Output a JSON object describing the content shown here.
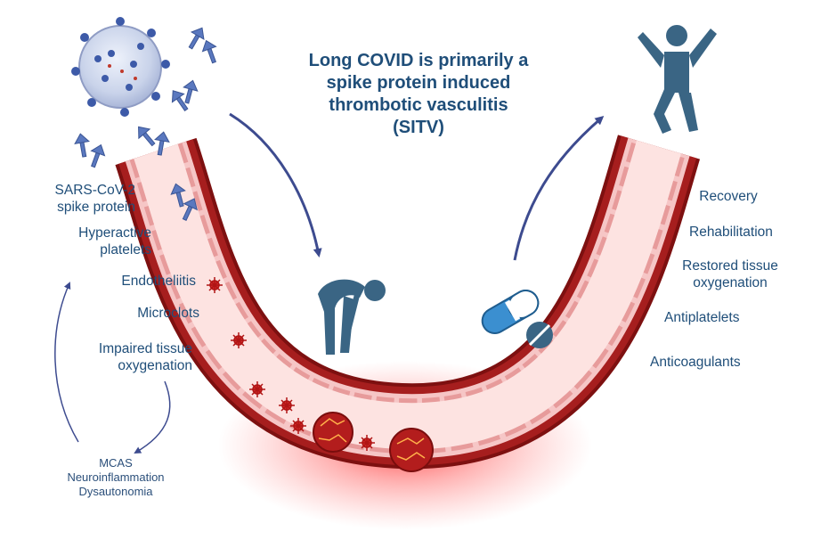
{
  "title": "Long COVID is primarily a\nspike protein induced\nthrombotic vasculitis\n(SITV)",
  "left_labels": [
    {
      "id": "spike",
      "text": "SARS-CoV-2\nspike protein"
    },
    {
      "id": "platelets",
      "text": "Hyperactive\nplatelets"
    },
    {
      "id": "endo",
      "text": "Endotheliitis"
    },
    {
      "id": "microclots",
      "text": "Microclots"
    },
    {
      "id": "oxygen",
      "text": "Impaired tissue\noxygenation"
    }
  ],
  "bottom_labels": [
    "MCAS",
    "Neuroinflammation",
    "Dysautonomia"
  ],
  "right_labels": [
    {
      "id": "recovery",
      "text": "Recovery"
    },
    {
      "id": "rehab",
      "text": "Rehabilitation"
    },
    {
      "id": "restored",
      "text": "Restored tissue\noxygenation"
    },
    {
      "id": "antiplatelets",
      "text": "Antiplatelets"
    },
    {
      "id": "anticoag",
      "text": "Anticoagulants"
    }
  ],
  "icons": [
    "virus-icon",
    "spike-protein-icon",
    "fatigued-person-icon",
    "celebrating-person-icon",
    "capsule-icon",
    "tablet-icon",
    "blood-vessel-icon",
    "platelet-icon",
    "microclot-icon"
  ],
  "colors": {
    "text": "#1f4e79",
    "vessel_outer": "#8b1a1a",
    "vessel_inner": "#f8cfcf",
    "lumen": "#fde8e6",
    "glow": "#ff3b3b",
    "person": "#3a6584",
    "pill_blue": "#3b8fd0",
    "arrow": "#3d4b8f"
  }
}
